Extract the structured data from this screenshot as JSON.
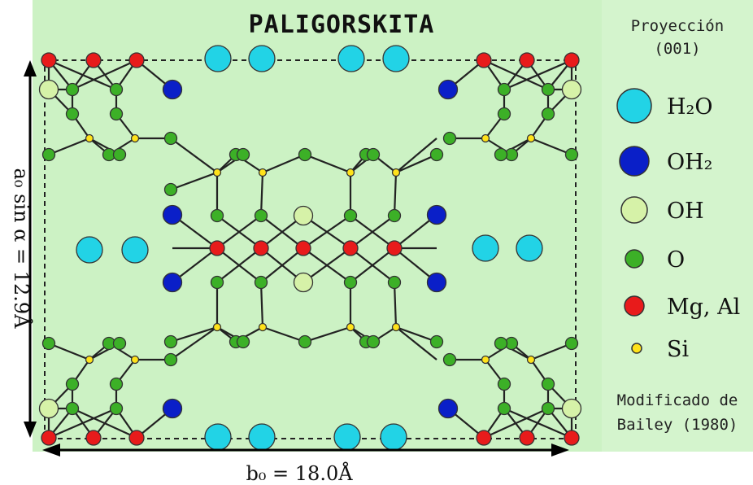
{
  "title": "PALIGORSKITA",
  "projection": {
    "line1": "Proyección",
    "line2": "(001)"
  },
  "legend": [
    {
      "id": "h2o",
      "label": "H₂O",
      "color": "#22d3e6",
      "size": "large"
    },
    {
      "id": "oh2",
      "label": "OH₂",
      "color": "#0a1fc8",
      "size": "medium"
    },
    {
      "id": "oh",
      "label": "OH",
      "color": "#d6f2a8",
      "size": "medium"
    },
    {
      "id": "o",
      "label": "O",
      "color": "#3cb027",
      "size": "small"
    },
    {
      "id": "mgal",
      "label": "Mg, Al",
      "color": "#e81b1b",
      "size": "small"
    },
    {
      "id": "si",
      "label": "Si",
      "color": "#ffe21a",
      "size": "tiny"
    }
  ],
  "credit": {
    "line1": "Modificado de",
    "line2": "Bailey (1980)"
  },
  "dimensions": {
    "vertical": "a₀ sin α = 12.9Å",
    "horizontal": "b₀ = 18.0Å"
  },
  "colors": {
    "background": "#ccf2c4",
    "bond": "#222222"
  }
}
